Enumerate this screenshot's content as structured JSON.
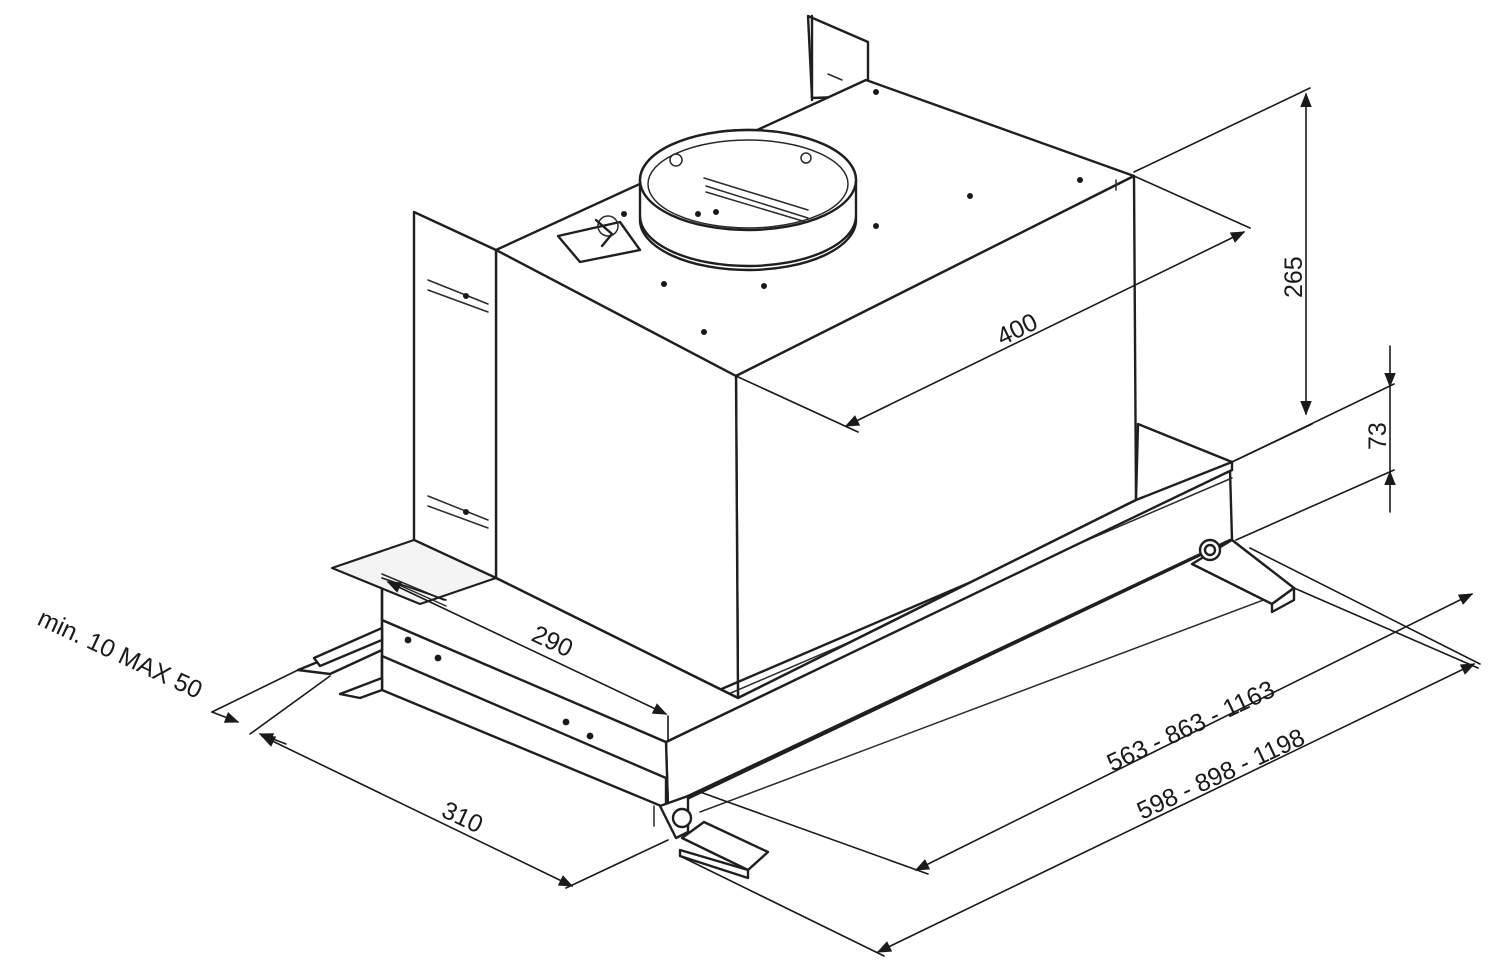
{
  "dimensions": {
    "width_box": "400",
    "height_total": "265",
    "height_lower": "73",
    "depth_box": "290",
    "depth_total": "310",
    "panel_gap": "min. 10 MAX 50",
    "width_inner": "563 - 863 - 1163",
    "width_outer": "598 - 898 - 1198"
  },
  "colors": {
    "line": "#1f1f1f",
    "background": "#ffffff"
  }
}
